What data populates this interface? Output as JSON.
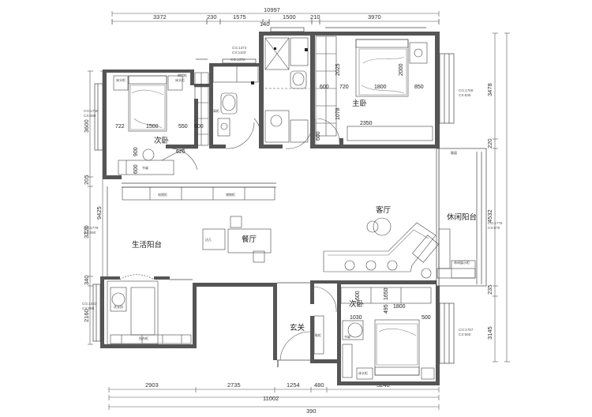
{
  "dims_top_row1": [
    "3372",
    "230",
    "1575",
    "140",
    "1500",
    "210",
    "3970"
  ],
  "dims_top_row2": [
    "10997"
  ],
  "dims_bottom_row1": [
    "2903",
    "2735",
    "1254",
    "480",
    "3240"
  ],
  "dims_bottom_row2": [
    "11002"
  ],
  "dims_bottom_row3": [
    "390"
  ],
  "dims_left": [
    "3600",
    "205",
    "9425",
    "3220",
    "340",
    "2160"
  ],
  "dims_right": [
    "3478",
    "220",
    "4532",
    "235",
    "3145"
  ],
  "dims_inner": [
    "2025",
    "2000",
    "850",
    "720",
    "1800",
    "600",
    "600",
    "1078",
    "2350",
    "600",
    "722",
    "1500",
    "550",
    "600",
    "626",
    "900",
    "600",
    "1030",
    "495",
    "1800",
    "500",
    "1650"
  ],
  "rooms": {
    "master_bedroom": "主卧",
    "second_bedroom_top": "次卧",
    "living_room": "客厅",
    "leisure_balcony": "休闲阳台",
    "dining_room": "餐厅",
    "service_balcony": "生活阳台",
    "second_bedroom_bottom": "次卧",
    "entrance": "玄关"
  },
  "window_tags": [
    [
      "CG:1788",
      "CX:860"
    ],
    [
      "CG:1372",
      "CX:1100"
    ],
    [
      "CG:1372",
      "CX:1100"
    ],
    [
      "CG:1768",
      "CX:635"
    ],
    [
      "CG:1776",
      "CX:670"
    ],
    [
      "CG:1779",
      "CX:680"
    ],
    [
      "CG:1483",
      "CX:980"
    ],
    [
      "CG:1767",
      "CX:650"
    ]
  ],
  "furniture_labels": {
    "bedside_table": "床头柜",
    "wardrobe_cabinet": "隔墙柜",
    "tall_cabinet": "高柜",
    "desk": "书桌",
    "tv_cabinet": "电视柜",
    "balcony_cabinet": "阳台柜",
    "storage_cabinet": "储物柜",
    "shoe_cabinet": "鞋柜",
    "washer": "洗衣机",
    "bay_window": "飘窗",
    "leisure_cabinet": "休闲展示柜",
    "side_table": "边几"
  }
}
